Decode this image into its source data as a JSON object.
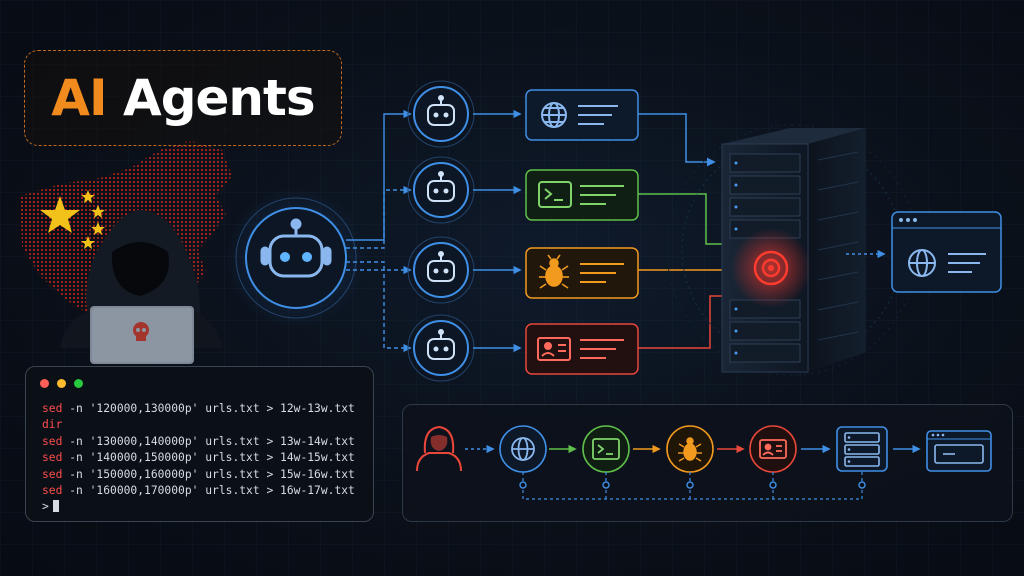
{
  "title": {
    "prefix": "AI",
    "rest": "Agents"
  },
  "terminal": {
    "lines": [
      {
        "cmd": "sed",
        "args": " -n '120000,130000p' urls.txt > 12w-13w.txt"
      },
      {
        "cmd": "dir",
        "args": ""
      },
      {
        "cmd": "sed",
        "args": " -n '130000,140000p' urls.txt > 13w-14w.txt"
      },
      {
        "cmd": "sed",
        "args": " -n '140000,150000p' urls.txt > 14w-15w.txt"
      },
      {
        "cmd": "sed",
        "args": " -n '150000,160000p' urls.txt > 15w-16w.txt"
      },
      {
        "cmd": "sed",
        "args": " -n '160000,170000p' urls.txt > 16w-17w.txt"
      }
    ],
    "prompt": ">"
  },
  "colors": {
    "accent": "#f28b1e",
    "blue": "#3f8fe6",
    "green": "#5fbf4a",
    "orange": "#f29a1e",
    "red": "#e8473a",
    "dot_red": "#ff5f56",
    "dot_yellow": "#ffbd2e",
    "dot_green": "#27c93f"
  },
  "icons": {
    "agents": [
      "robot-icon",
      "robot-icon",
      "robot-icon",
      "robot-icon"
    ],
    "tasks": [
      "globe-icon",
      "terminal-icon",
      "bug-icon",
      "id-card-icon"
    ],
    "pipeline": [
      "hooded-hacker-icon",
      "globe-icon",
      "terminal-icon",
      "bug-icon",
      "id-card-icon",
      "server-icon",
      "browser-window-icon"
    ]
  }
}
